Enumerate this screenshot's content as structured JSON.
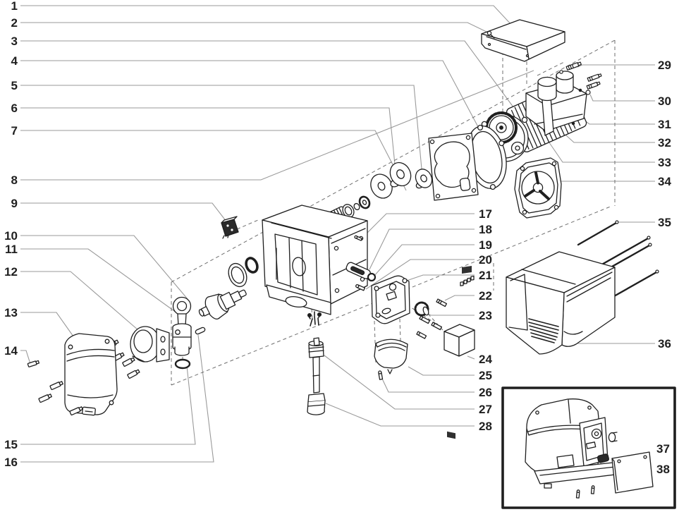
{
  "figure": {
    "type": "exploded-parts-diagram",
    "background": "#ffffff"
  },
  "colors": {
    "ink": "#1f1f1f",
    "leader": "#9a9a9a",
    "dash": "#6f6f6f",
    "dark_fill": "#2a2a2a",
    "display_window": "#303030"
  },
  "callouts": [
    "1",
    "2",
    "3",
    "4",
    "5",
    "6",
    "7",
    "8",
    "9",
    "10",
    "11",
    "12",
    "13",
    "14",
    "15",
    "16",
    "17",
    "18",
    "19",
    "20",
    "21",
    "22",
    "23",
    "24",
    "25",
    "26",
    "27",
    "28",
    "29",
    "30",
    "31",
    "32",
    "33",
    "34",
    "35",
    "36",
    "37",
    "38"
  ]
}
